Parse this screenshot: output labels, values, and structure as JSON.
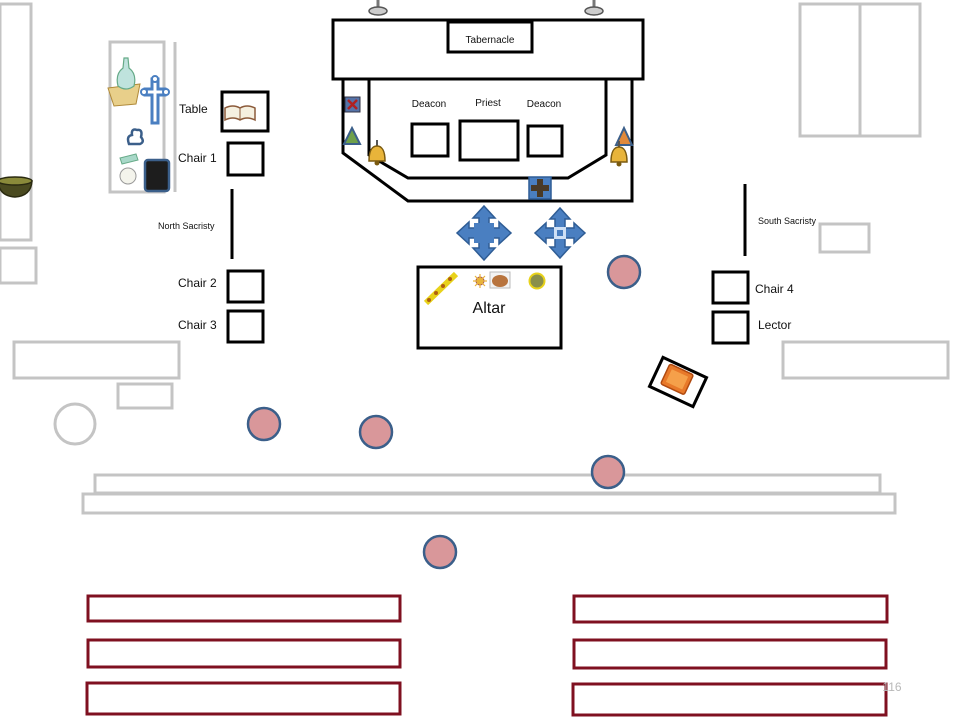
{
  "labels": {
    "tabernacle": "Tabernacle",
    "deacon_left": "Deacon",
    "priest": "Priest",
    "deacon_right": "Deacon",
    "table": "Table",
    "chair1": "Chair 1",
    "north_sacristy": "North Sacristy",
    "south_sacristy": "South Sacristy",
    "chair2": "Chair 2",
    "chair3": "Chair 3",
    "chair4": "Chair 4",
    "lector": "Lector",
    "altar": "Altar",
    "page_number": "116"
  },
  "colors": {
    "outline": "#000000",
    "fixture_gray": "#c4c4c4",
    "pew_maroon": "#7f1020",
    "person_fill": "#d9979a",
    "person_stroke": "#3b5f8a",
    "marker_blue": "#4a7fc1"
  },
  "icons": {
    "cruets": "cruet-icon",
    "processional_cross": "processional-cross-icon",
    "book": "open-book-icon",
    "bell": "altar-bell-icon",
    "candle": "candle-icon",
    "lectionary": "lectionary-book-icon",
    "bowl": "bowl-icon",
    "direction_marker": "four-way-arrow-icon"
  }
}
